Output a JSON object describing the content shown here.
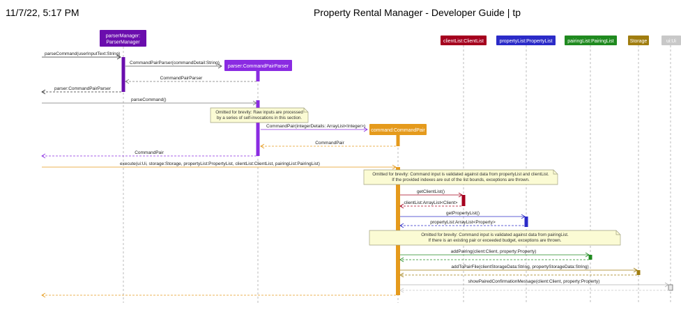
{
  "header": {
    "datetime": "11/7/22, 5:17 PM",
    "title": "Property Rental Manager - Developer Guide | tp"
  },
  "participants": [
    {
      "id": "pm",
      "label": [
        "parserManager:",
        "ParserManager"
      ],
      "color": "#6a0dad"
    },
    {
      "id": "cpp",
      "label": [
        "parser:CommandPairParser"
      ],
      "color": "#8a2be2"
    },
    {
      "id": "cp",
      "label": [
        "command:CommandPair"
      ],
      "color": "#e59a1c"
    },
    {
      "id": "cl",
      "label": [
        "clientList:ClientList"
      ],
      "color": "#a5001e"
    },
    {
      "id": "pl",
      "label": [
        "propertyList:PropertyList"
      ],
      "color": "#2b2bc8"
    },
    {
      "id": "pr",
      "label": [
        "pairingList:PairingList"
      ],
      "color": "#1f8a1f"
    },
    {
      "id": "st",
      "label": [
        "Storage"
      ],
      "color": "#a07d10"
    },
    {
      "id": "ui",
      "label": [
        "ui:Ui"
      ],
      "color": "#c8c8c8"
    }
  ],
  "messages": [
    {
      "label": "parseCommand(userInputText:String)",
      "dashed": false
    },
    {
      "label": "CommandPairParser(commandDetail:String)",
      "dashed": false
    },
    {
      "label": "CommandPairParser",
      "dashed": true
    },
    {
      "label": "parser:CommandPairParser",
      "dashed": true
    },
    {
      "label": "parseCommand()",
      "dashed": false
    },
    {
      "label": "CommandPair(integerDetails: ArrayList<Integer>)",
      "dashed": false
    },
    {
      "label": "CommandPair",
      "dashed": true
    },
    {
      "label": "CommandPair",
      "dashed": true
    },
    {
      "label": "execute(ui:Ui, storage:Storage, propertyList:PropertyList, clientList:ClientList, pairingList:PairingList)",
      "dashed": false
    },
    {
      "label": "getClientList()",
      "dashed": false
    },
    {
      "label": "clientList:ArrayList<Client>",
      "dashed": true
    },
    {
      "label": "getPropertyList()",
      "dashed": false
    },
    {
      "label": "propertyList:ArrayList<Property>",
      "dashed": true
    },
    {
      "label": "addPairing(client:Client, property:Property)",
      "dashed": false
    },
    {
      "label": "",
      "dashed": true
    },
    {
      "label": "addToPairFile(clientStorageData:String, propertyStorageData:String)",
      "dashed": false
    },
    {
      "label": "",
      "dashed": true
    },
    {
      "label": "showPairedConfirmationMessage(client:Client, property:Property)",
      "dashed": false
    },
    {
      "label": "",
      "dashed": true
    },
    {
      "label": "",
      "dashed": true
    }
  ],
  "notes": [
    [
      "Omitted for brevity: Raw inputs are processed",
      "by a series of self-invocations in this section."
    ],
    [
      "Omitted for brevity: Command input is validated against data from propertyList and clientList.",
      "If the provided indexes are out of the list bounds, exceptions are thrown."
    ],
    [
      "Omitted for brevity: Command input is validated against data from pairingList.",
      "If there is an existing pair or exceeded budget, exceptions are thrown."
    ]
  ]
}
